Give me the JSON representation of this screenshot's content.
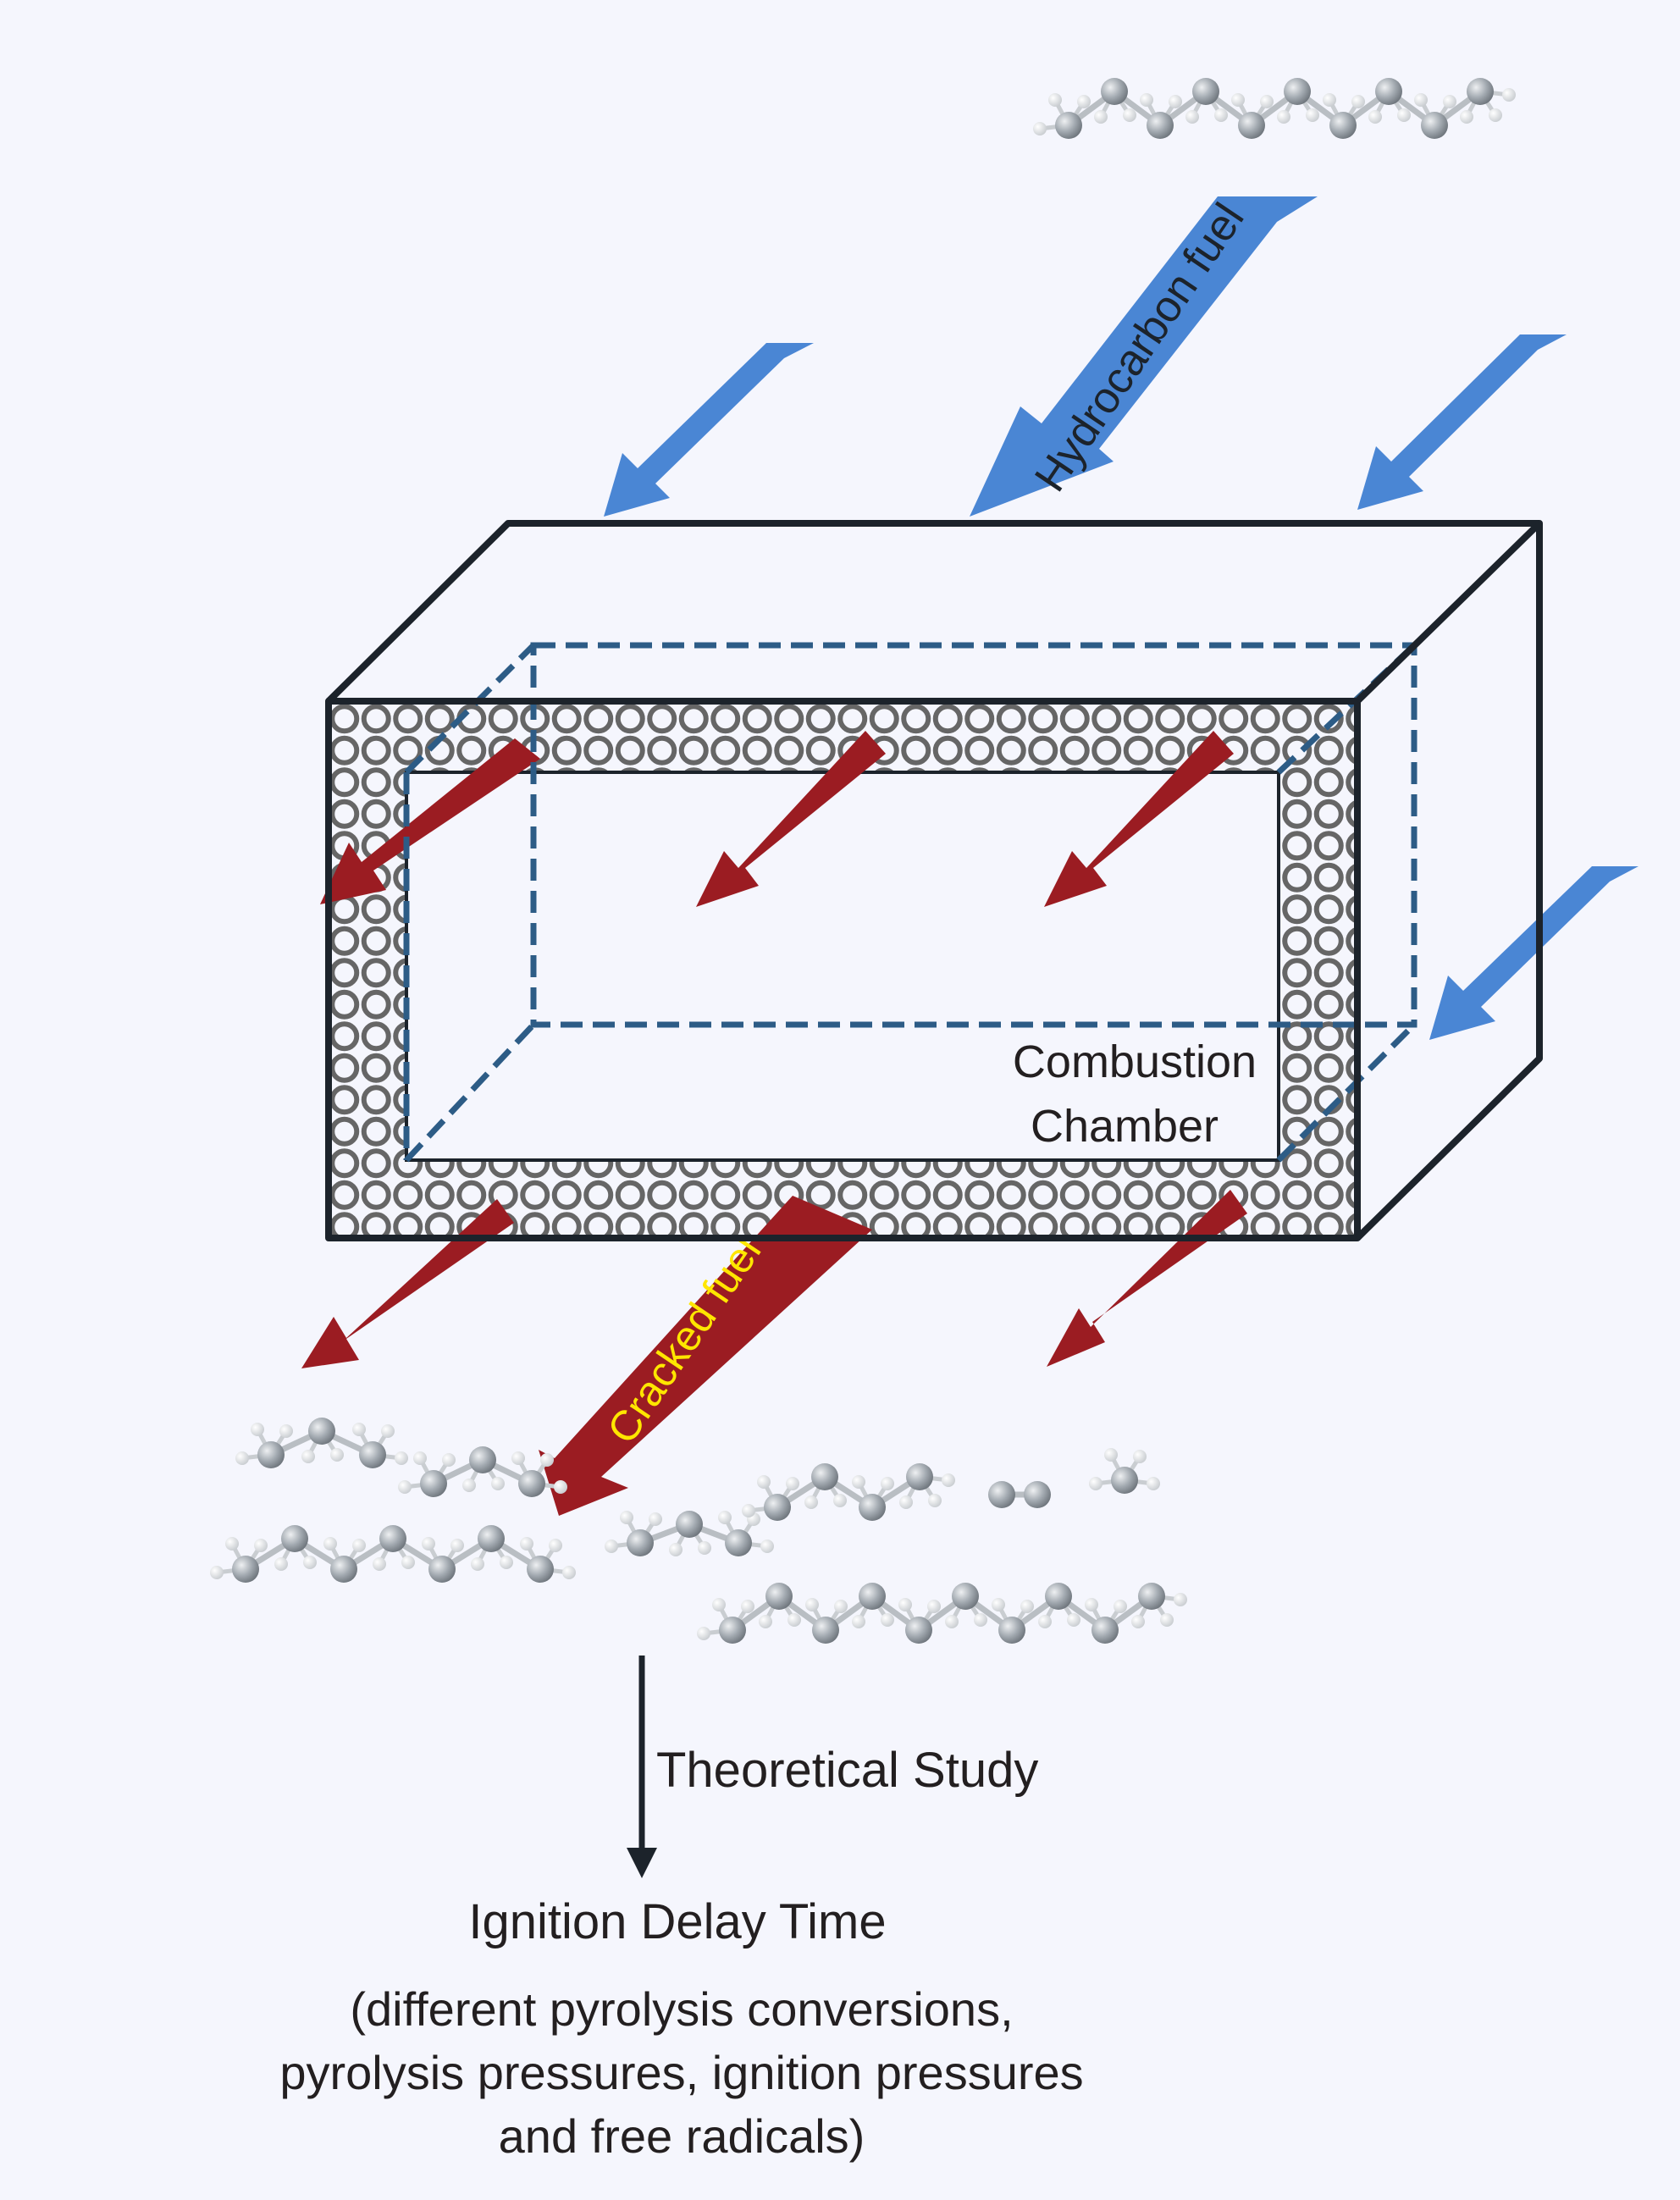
{
  "labels": {
    "hydrocarbon_fuel": "Hydrocarbon fuel",
    "cracked_fuel": "Cracked fuel",
    "chamber_line1": "Combustion",
    "chamber_line2": "Chamber",
    "theoretical_study": "Theoretical Study",
    "ignition_delay_time": "Ignition Delay Time",
    "conditions_line1": "(different pyrolysis conversions,",
    "conditions_line2": "pyrolysis pressures, ignition pressures",
    "conditions_line3": "and free radicals)"
  },
  "colors": {
    "background": "#f5f6fd",
    "inflow_arrow": "#4a86d4",
    "outflow_arrow": "#9b1c22",
    "frame": "#1c232b",
    "chamber_dashed": "#2d5c86",
    "pores": "#666666",
    "cracked_label": "#ffe600",
    "molecule_carbon": "#9aa1a8",
    "molecule_hydrogen": "#e4e6e8"
  },
  "icons": {
    "fuel_molecule": "alkane-chain-molecule-icon",
    "cracked_molecules": "cracked-fragment-molecules-icon",
    "study_arrow": "arrow-down-icon"
  }
}
